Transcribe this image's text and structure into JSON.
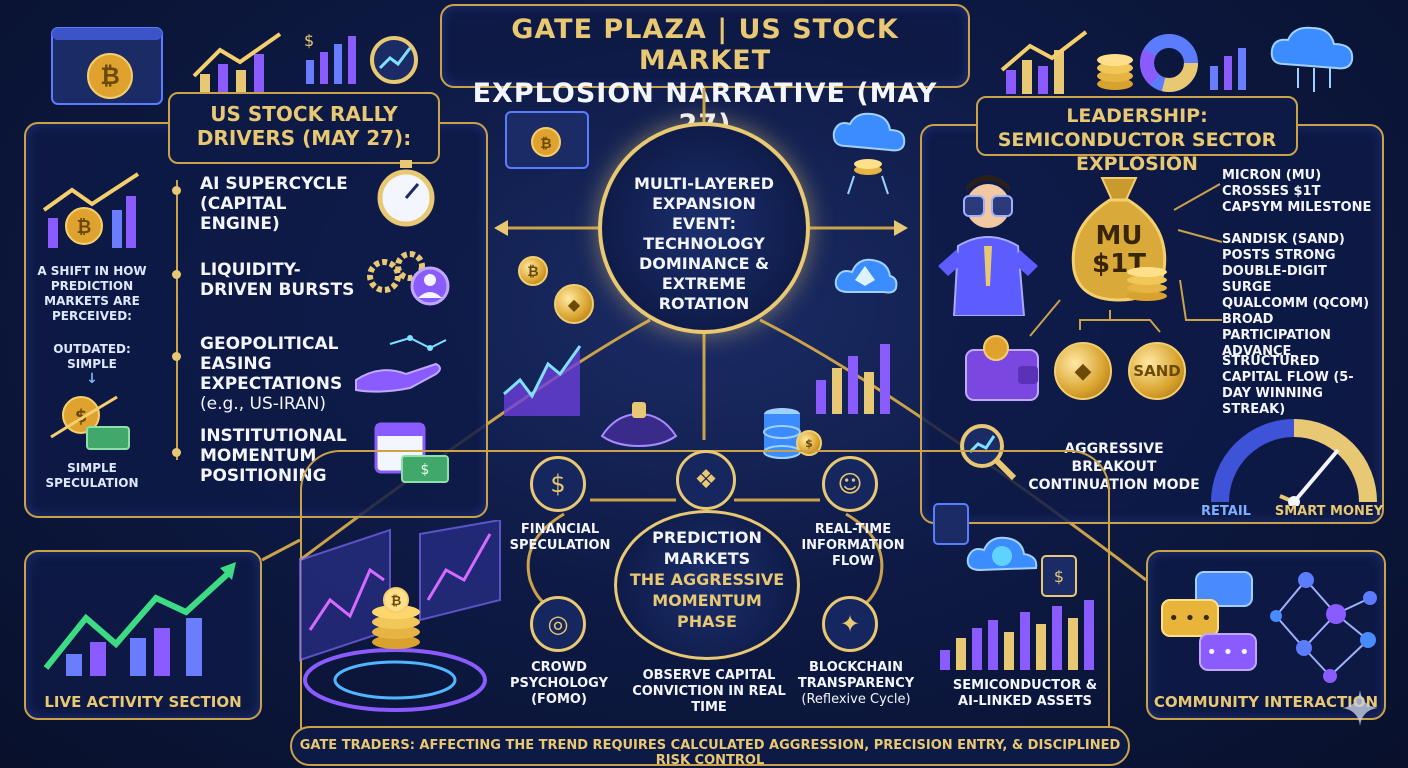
{
  "title": {
    "line1": "GATE PLAZA | US STOCK MARKET",
    "line2": "EXPLOSION NARRATIVE (MAY 27)"
  },
  "left": {
    "heading": "US STOCK RALLY DRIVERS (MAY 27):",
    "side_text": "A SHIFT IN HOW PREDICTION MARKETS ARE PERCEIVED:",
    "side_outdated": "OUTDATED: SIMPLE",
    "side_arrow": "↓",
    "side_bottom": "SIMPLE SPECULATION",
    "drivers": [
      {
        "label": "AI SUPERCYCLE (CAPITAL ENGINE)",
        "sub": ""
      },
      {
        "label": "LIQUIDITY-DRIVEN BURSTS",
        "sub": ""
      },
      {
        "label": "GEOPOLITICAL EASING EXPECTATIONS",
        "sub": "(e.g., US-IRAN)"
      },
      {
        "label": "INSTITUTIONAL MOMENTUM POSITIONING",
        "sub": ""
      }
    ]
  },
  "center": {
    "text": "MULTI-LAYERED EXPANSION EVENT: TECHNOLOGY DOMINANCE & EXTREME ROTATION"
  },
  "right": {
    "heading": "LEADERSHIP: SEMICONDUCTOR SECTOR EXPLOSION",
    "bag_label": "MU $1T",
    "coin_label": "SAND",
    "items": [
      "MICRON (MU) CROSSES $1T CAPSYM MILESTONE",
      "SANDISK (SAND) POSTS STRONG DOUBLE-DIGIT SURGE",
      "QUALCOMM (QCOM) BROAD PARTICIPATION ADVANCE",
      "STRUCTURED CAPITAL FLOW (5-DAY WINNING STREAK)"
    ],
    "breakout": "AGGRESSIVE BREAKOUT CONTINUATION MODE",
    "gauge_left": "RETAIL",
    "gauge_right": "SMART MONEY"
  },
  "prediction": {
    "line1": "PREDICTION MARKETS",
    "line2": "THE AGGRESSIVE MOMENTUM PHASE",
    "nodes": {
      "financial": "FINANCIAL SPECULATION",
      "realtime": "REAL-TIME INFORMATION FLOW",
      "crowd": "CROWD PSYCHOLOGY (FOMO)",
      "observe": "OBSERVE CAPITAL CONVICTION IN REAL TIME",
      "blockchain": "BLOCKCHAIN TRANSPARENCY",
      "blockchain_sub": "(Reflexive Cycle)",
      "semis": "SEMICONDUCTOR & AI-LINKED ASSETS"
    }
  },
  "live": {
    "label": "LIVE ACTIVITY SECTION"
  },
  "community": {
    "label": "COMMUNITY INTERACTION"
  },
  "footer": "GATE TRADERS: AFFECTING THE TREND REQUIRES CALCULATED AGGRESSION, PRECISION ENTRY, & DISCIPLINED RISK CONTROL",
  "colors": {
    "gold": "#e8c872",
    "navy": "#0e1a46",
    "purple": "#8a5cff",
    "green": "#3ddc84"
  }
}
